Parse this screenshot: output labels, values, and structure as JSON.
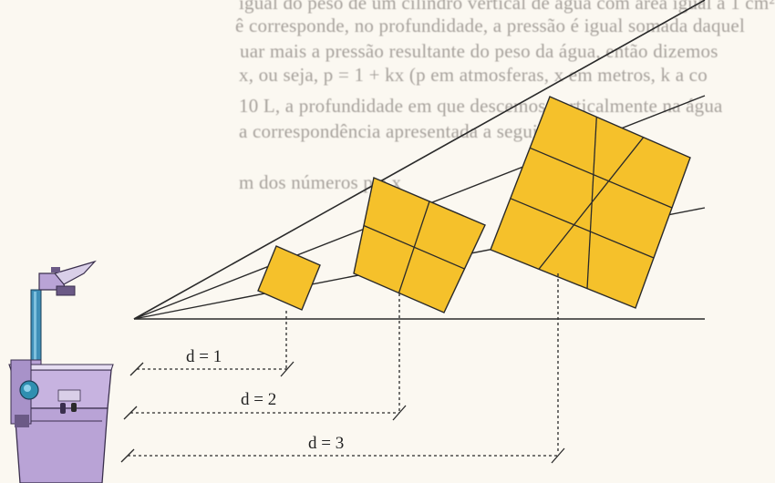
{
  "background_text": {
    "lines": [
      "igual do peso de um cilindro vertical de água com área igual a 1 cm²",
      "ê corresponde, no profundidade, a pressão é igual somada daquel",
      "uar mais a pressão resultante do peso da água, então dizemos",
      "x, ou seja, p = 1 + kx (p em atmosferas, x em metros, k a co",
      "10 L, a profundidade em que descemos verticalmente na água",
      "a correspondência apresentada a seguir:",
      "m dos números p e x"
    ]
  },
  "diagram": {
    "distances": [
      {
        "label": "d = 1",
        "squares_per_side": 1
      },
      {
        "label": "d = 2",
        "squares_per_side": 2
      },
      {
        "label": "d = 3",
        "squares_per_side": 3
      }
    ],
    "colors": {
      "square_fill": "#f5c12b",
      "line": "#2a2a2a",
      "projector_body": "#b9a3d6",
      "projector_dark": "#6b5a86",
      "projector_lens": "#2f8fb0",
      "projector_arm": "#3f8fb8"
    },
    "icons": [
      "overhead-projector-icon"
    ]
  }
}
